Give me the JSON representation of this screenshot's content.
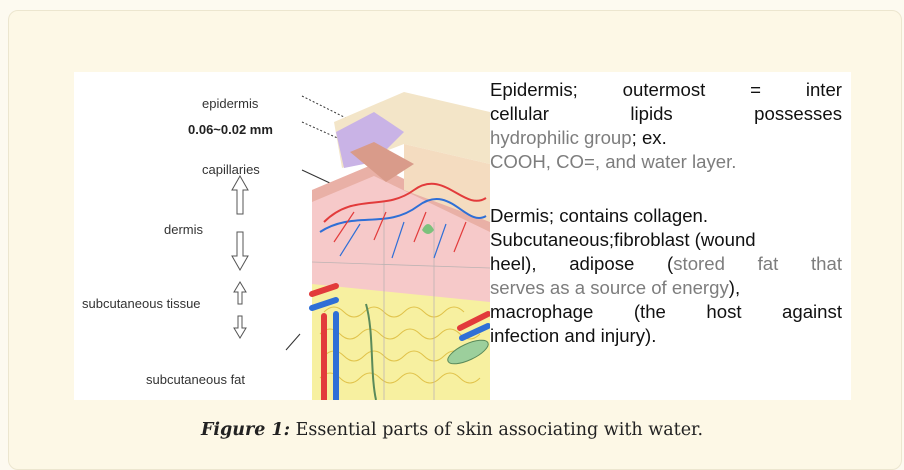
{
  "figure": {
    "labels": {
      "epidermis": "epidermis",
      "thickness": "0.06~0.02 mm",
      "capillaries": "capillaries",
      "dermis": "dermis",
      "subcutaneous_tissue": "subcutaneous tissue",
      "subcutaneous_fat": "subcutaneous fat"
    },
    "description": {
      "epidermis": {
        "line1": "Epidermis; outermost = inter",
        "line2": "cellular lipids possesses",
        "line3_grey": "hydrophilic group",
        "line3_tail": "; ex.",
        "line4_grey": "COOH, CO=, and water layer."
      },
      "dermis": {
        "line1": "Dermis; contains collagen.",
        "line2": "Subcutaneous;fibroblast (wound",
        "line3_a": "heel), adipose (",
        "line3_grey": "stored fat that",
        "line4_grey": "serves as a source of energy",
        "line4_tail": "),",
        "line5": "macrophage (the host against",
        "line6": "infection and injury)."
      }
    },
    "colors": {
      "epidermis": "#c9b3e6",
      "dermis": "#f6c9c9",
      "fat": "#f7f0a0",
      "artery": "#e23b3b",
      "vein": "#2f6fd6"
    }
  },
  "caption": {
    "label": "Figure 1:",
    "text": " Essential parts of skin associating with water."
  }
}
